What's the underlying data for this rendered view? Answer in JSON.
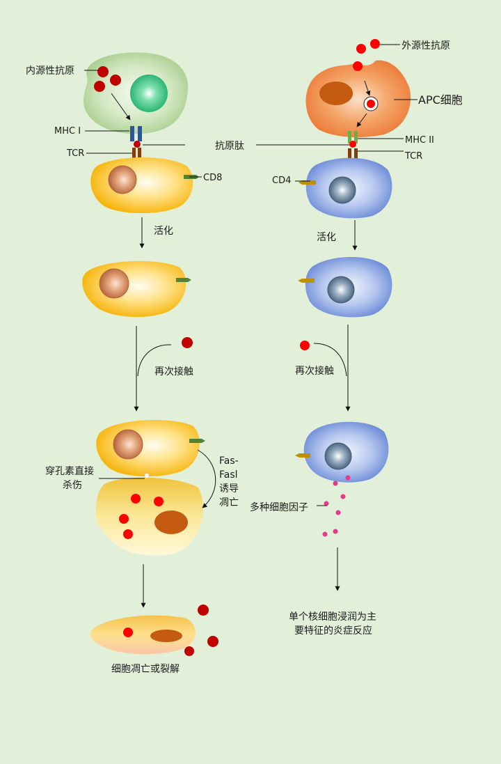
{
  "labels": {
    "endogenous_antigen": "内源性抗原",
    "exogenous_antigen": "外源性抗原",
    "apc_cell": "APC细胞",
    "mhc1": "MHC I",
    "mhc2": "MHC II",
    "tcr_left": "TCR",
    "tcr_right": "TCR",
    "antigen_peptide": "抗原肽",
    "cd8": "CD8",
    "cd4": "CD4",
    "activate_left": "活化",
    "activate_right": "活化",
    "recontact_left": "再次接触",
    "recontact_right": "再次接触",
    "perforin_line1": "穿孔素直接",
    "perforin_line2": "杀伤",
    "fas_line1": "Fas-",
    "fas_line2": "Fasl",
    "fas_line3": "诱导",
    "fas_line4": "凋亡",
    "cytokines": "多种细胞因子",
    "inflammation_line1": "单个核细胞浸润为主",
    "inflammation_line2": "要特征的炎症反应",
    "result_left": "细胞凋亡或裂解"
  },
  "colors": {
    "background": "#e2efd9",
    "antigen_dark": "#c00000",
    "antigen_red": "#ff0000",
    "cytokine": "#e8388a",
    "tcell_yellow": "#ffc000",
    "tcell_blue": "#6f8fd8",
    "apc_orange": "#ed7d31",
    "host_green": "#a9d18e",
    "receptor_blue": "#2f5597",
    "receptor_brown": "#843c0c",
    "receptor_green": "#70ad47",
    "cd8_green": "#548235",
    "cd4_gold": "#bf9000"
  }
}
